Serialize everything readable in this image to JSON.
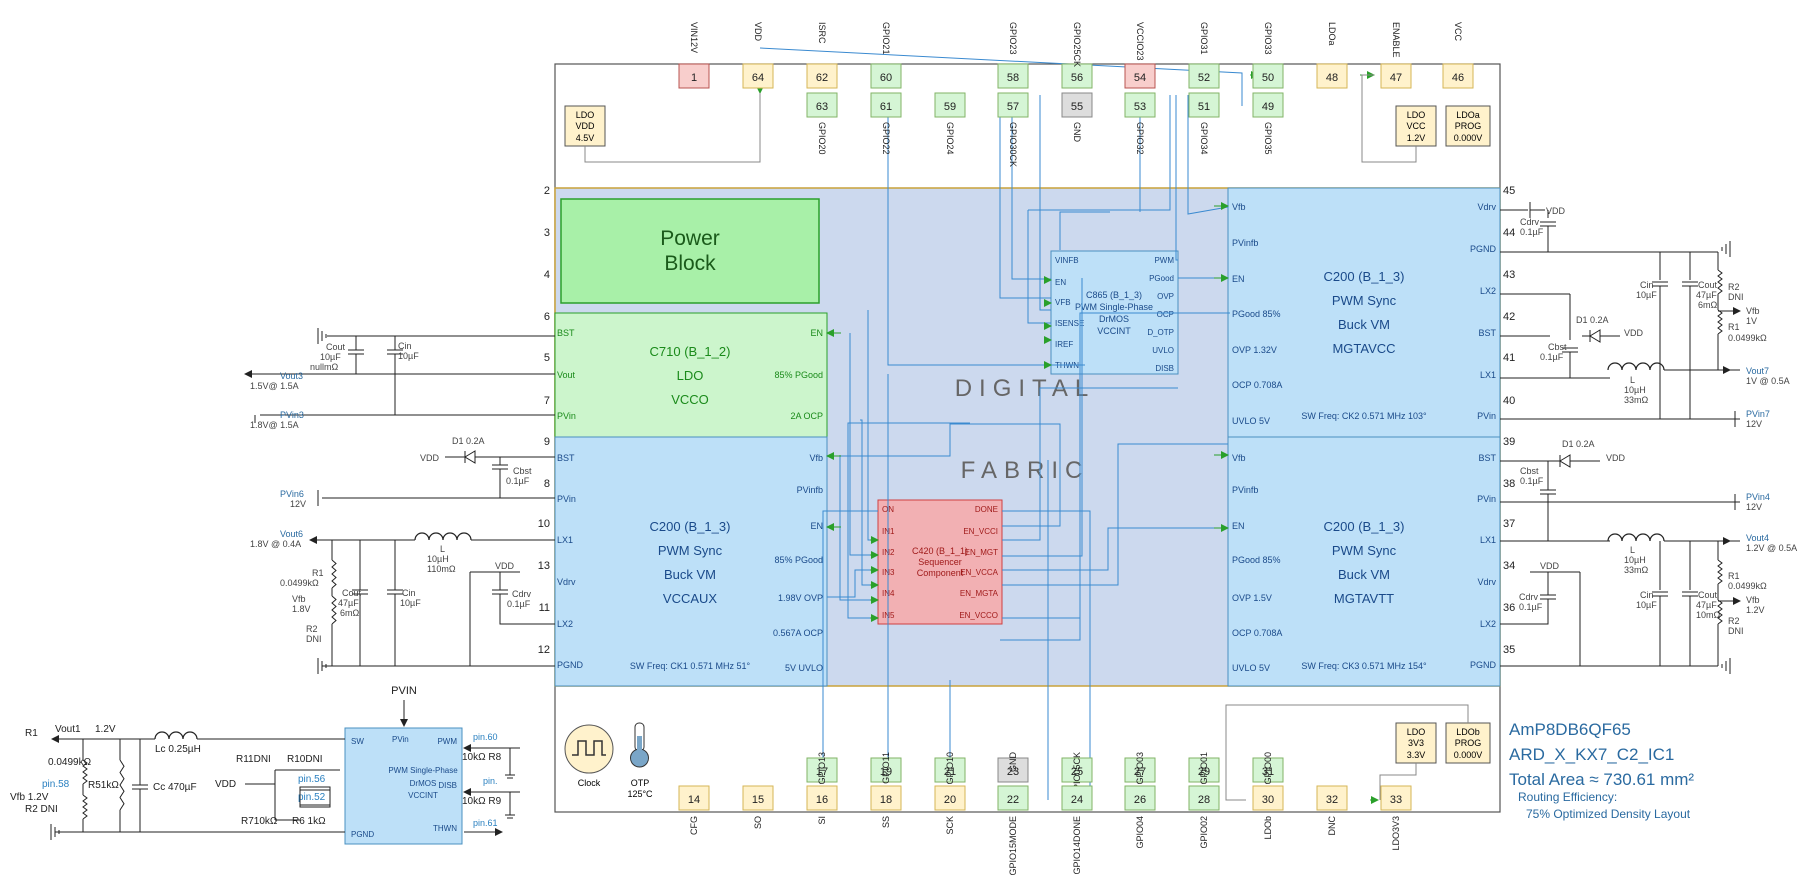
{
  "top_pins": [
    {
      "num": "1",
      "label": "VIN12V",
      "color": "#f8cecc",
      "border": "#b85450"
    },
    {
      "num": "64",
      "label": "VDD",
      "color": "#fff2cc",
      "border": "#d6b656"
    },
    {
      "num": "62",
      "label": "ISRC",
      "color": "#fff2cc",
      "border": "#d6b656"
    },
    {
      "num": "60",
      "label": "GPIO21",
      "color": "#d5f5d5",
      "border": "#82b366"
    },
    {
      "num": "58",
      "label": "GPIO23",
      "color": "#d5f5d5",
      "border": "#82b366"
    },
    {
      "num": "56",
      "label": "GPIO25CK",
      "color": "#d5f5d5",
      "border": "#82b366"
    },
    {
      "num": "54",
      "label": "VCCIO23",
      "color": "#f8cecc",
      "border": "#b85450"
    },
    {
      "num": "52",
      "label": "GPIO31",
      "color": "#d5f5d5",
      "border": "#82b366"
    },
    {
      "num": "50",
      "label": "GPIO33",
      "color": "#d5f5d5",
      "border": "#82b366"
    },
    {
      "num": "48",
      "label": "LDOa",
      "color": "#fff2cc",
      "border": "#d6b656"
    },
    {
      "num": "47",
      "label": "ENABLE",
      "color": "#fff2cc",
      "border": "#d6b656"
    },
    {
      "num": "46",
      "label": "VCC",
      "color": "#fff2cc",
      "border": "#d6b656"
    }
  ],
  "top_pins_row2": [
    {
      "num": "63",
      "label": "GPIO20",
      "color": "#d5f5d5",
      "border": "#82b366"
    },
    {
      "num": "61",
      "label": "GPIO22",
      "color": "#d5f5d5",
      "border": "#82b366"
    },
    {
      "num": "59",
      "label": "GPIO24",
      "color": "#d5f5d5",
      "border": "#82b366"
    },
    {
      "num": "57",
      "label": "GPIO30CK",
      "color": "#d5f5d5",
      "border": "#82b366"
    },
    {
      "num": "55",
      "label": "GND",
      "color": "#dddddd",
      "border": "#888888"
    },
    {
      "num": "53",
      "label": "GPIO32",
      "color": "#d5f5d5",
      "border": "#82b366"
    },
    {
      "num": "51",
      "label": "GPIO34",
      "color": "#d5f5d5",
      "border": "#82b366"
    },
    {
      "num": "49",
      "label": "GPIO35",
      "color": "#d5f5d5",
      "border": "#82b366"
    }
  ],
  "bottom_pins_row1": [
    {
      "num": "17",
      "label": "GPIO13",
      "color": "#d5f5d5",
      "border": "#82b366"
    },
    {
      "num": "19",
      "label": "GPIO11",
      "color": "#d5f5d5",
      "border": "#82b366"
    },
    {
      "num": "21",
      "label": "GPIO10",
      "color": "#d5f5d5",
      "border": "#82b366"
    },
    {
      "num": "23",
      "label": "GND",
      "color": "#dddddd",
      "border": "#888888"
    },
    {
      "num": "25",
      "label": "GPIO05CK",
      "color": "#d5f5d5",
      "border": "#82b366"
    },
    {
      "num": "27",
      "label": "GPIO03",
      "color": "#d5f5d5",
      "border": "#82b366"
    },
    {
      "num": "29",
      "label": "GPIO01",
      "color": "#d5f5d5",
      "border": "#82b366"
    },
    {
      "num": "31",
      "label": "GPIO00",
      "color": "#d5f5d5",
      "border": "#82b366"
    }
  ],
  "bottom_pins_row2": [
    {
      "num": "14",
      "label": "CFG",
      "color": "#fff2cc",
      "border": "#d6b656"
    },
    {
      "num": "15",
      "label": "SO",
      "color": "#fff2cc",
      "border": "#d6b656"
    },
    {
      "num": "16",
      "label": "SI",
      "color": "#fff2cc",
      "border": "#d6b656"
    },
    {
      "num": "18",
      "label": "SS",
      "color": "#fff2cc",
      "border": "#d6b656"
    },
    {
      "num": "20",
      "label": "SCK",
      "color": "#fff2cc",
      "border": "#d6b656"
    },
    {
      "num": "22",
      "label": "GPIO15MODE",
      "color": "#d5f5d5",
      "border": "#82b366"
    },
    {
      "num": "24",
      "label": "GPIO14DONE",
      "color": "#d5f5d5",
      "border": "#82b366"
    },
    {
      "num": "26",
      "label": "GPIO04",
      "color": "#d5f5d5",
      "border": "#82b366"
    },
    {
      "num": "28",
      "label": "GPIO02",
      "color": "#d5f5d5",
      "border": "#82b366"
    },
    {
      "num": "30",
      "label": "LDOb",
      "color": "#fff2cc",
      "border": "#d6b656"
    },
    {
      "num": "32",
      "label": "DNC",
      "color": "#fff2cc",
      "border": "#d6b656"
    },
    {
      "num": "33",
      "label": "LDO3V3",
      "color": "#fff2cc",
      "border": "#d6b656"
    }
  ],
  "side_pins_left": [
    "2",
    "3",
    "4",
    "6",
    "5",
    "7",
    "9",
    "8",
    "10",
    "13",
    "11",
    "12"
  ],
  "side_pins_right": [
    "45",
    "44",
    "43",
    "42",
    "41",
    "40",
    "39",
    "38",
    "37",
    "34",
    "36",
    "35"
  ],
  "ldo_vdd": [
    "LDO",
    "VDD",
    "4.5V"
  ],
  "ldo_vcc": [
    "LDO",
    "VCC",
    "1.2V"
  ],
  "ldoa_prog": [
    "LDOa",
    "PROG",
    "0.000V"
  ],
  "ldo_3v3": [
    "LDO",
    "3V3",
    "3.3V"
  ],
  "ldob_prog": [
    "LDOb",
    "PROG",
    "0.000V"
  ],
  "power_block": [
    "Power",
    "Block"
  ],
  "fabric_label": [
    "DIGITAL",
    "FABRIC"
  ],
  "c710": {
    "title": [
      "C710 (B_1_2)",
      "LDO",
      "VCCO"
    ],
    "left": [
      "BST",
      "Vout",
      "PVin"
    ],
    "right": [
      "EN",
      "85% PGood",
      "2A OCP"
    ]
  },
  "c200_left": {
    "title": [
      "C200 (B_1_3)",
      "PWM Sync",
      "Buck VM",
      "VCCAUX"
    ],
    "left": [
      "BST",
      "PVin",
      "LX1",
      "Vdrv",
      "LX2",
      "PGND"
    ],
    "right": [
      "Vfb",
      "PVinfb",
      "EN",
      "85% PGood",
      "1.98V OVP",
      "0.567A OCP",
      "5V UVLO"
    ],
    "footer": "SW Freq: CK1 0.571 MHz 51°"
  },
  "c200_tr": {
    "title": [
      "C200 (B_1_3)",
      "PWM Sync",
      "Buck VM",
      "MGTAVCC"
    ],
    "left": [
      "Vfb",
      "PVinfb",
      "EN",
      "PGood 85%",
      "OVP 1.32V",
      "OCP 0.708A",
      "UVLO 5V"
    ],
    "right": [
      "Vdrv",
      "PGND",
      "LX2",
      "BST",
      "LX1",
      "PVin"
    ],
    "footer": "SW Freq: CK2 0.571 MHz 103°"
  },
  "c200_br": {
    "title": [
      "C200 (B_1_3)",
      "PWM Sync",
      "Buck VM",
      "MGTAVTT"
    ],
    "left": [
      "Vfb",
      "PVinfb",
      "EN",
      "PGood 85%",
      "OVP 1.5V",
      "OCP 0.708A",
      "UVLO 5V"
    ],
    "right": [
      "BST",
      "PVin",
      "LX1",
      "Vdrv",
      "LX2",
      "PGND"
    ],
    "footer": "SW Freq: CK3 0.571 MHz 154°"
  },
  "c865": {
    "title": [
      "C865 (B_1_3)",
      "PWM Single-Phase",
      "DrMOS",
      "VCCINT"
    ],
    "left": [
      "VINFB",
      "EN",
      "VFB",
      "ISENSE",
      "IREF",
      "THWN"
    ],
    "right": [
      "PWM",
      "PGood",
      "OVP",
      "OCP",
      "D_OTP",
      "UVLO",
      "DISB"
    ]
  },
  "c420": {
    "title": [
      "C420 (B_1_1)",
      "Sequencer",
      "Component"
    ],
    "left": [
      "ON",
      "IN1",
      "IN2",
      "IN3",
      "IN4",
      "IN5"
    ],
    "right": [
      "DONE",
      "EN_VCCI",
      "EN_MGT",
      "EN_VCCA",
      "EN_MGTA",
      "EN_VCCO"
    ]
  },
  "left_ext": {
    "cout1": [
      "Cout",
      "10µF",
      "nullmΩ"
    ],
    "cin1": [
      "Cin",
      "10µF"
    ],
    "vout3": [
      "Vout3",
      "1.5V@ 1.5A"
    ],
    "pvin3": [
      "PVin3",
      "1.8V@ 1.5A"
    ],
    "d1": "D1 0.2A",
    "vdd": "VDD",
    "cbst": [
      "Cbst",
      "0.1µF"
    ],
    "pvin6": [
      "PVin6",
      "12V"
    ],
    "vout6": [
      "Vout6",
      "1.8V @ 0.4A"
    ],
    "l": [
      "L",
      "10µH",
      "110mΩ"
    ],
    "vdd2": "VDD",
    "r1": [
      "R1",
      "0.0499kΩ"
    ],
    "vfb": [
      "Vfb",
      "1.8V"
    ],
    "r2": [
      "R2",
      "DNI"
    ],
    "cout2": [
      "Cout",
      "47µF",
      "6mΩ"
    ],
    "cin2": [
      "Cin",
      "10µF"
    ],
    "cdrv": [
      "Cdrv",
      "0.1µF"
    ]
  },
  "right_ext_top": {
    "vdd": "VDD",
    "cdrv": [
      "Cdrv",
      "0.1µF"
    ],
    "cin": [
      "Cin",
      "10µF"
    ],
    "cout": [
      "Cout",
      "47µF",
      "6mΩ"
    ],
    "r2": [
      "R2",
      "DNI"
    ],
    "vfb": [
      "Vfb",
      "1V"
    ],
    "d1": "D1 0.2A",
    "vdd2": "VDD",
    "r1": [
      "R1",
      "0.0499kΩ"
    ],
    "cbst": [
      "Cbst",
      "0.1µF"
    ],
    "l": [
      "L",
      "10µH",
      "33mΩ"
    ],
    "vout7": [
      "Vout7",
      "1V @ 0.5A"
    ],
    "pvin7": [
      "PVin7",
      "12V"
    ]
  },
  "right_ext_bot": {
    "d1": "D1 0.2A",
    "vdd": "VDD",
    "cbst": [
      "Cbst",
      "0.1µF"
    ],
    "pvin4": [
      "PVin4",
      "12V"
    ],
    "l": [
      "L",
      "10µH",
      "33mΩ"
    ],
    "vout4": [
      "Vout4",
      "1.2V @ 0.5A"
    ],
    "vdd2": "VDD",
    "cdrv": [
      "Cdrv",
      "0.1µF"
    ],
    "r1": [
      "R1",
      "0.0499kΩ"
    ],
    "vfb": [
      "Vfb",
      "1.2V"
    ],
    "cin": [
      "Cin",
      "10µF"
    ],
    "cout": [
      "Cout",
      "47µF",
      "10mΩ"
    ],
    "r2": [
      "R2",
      "DNI"
    ]
  },
  "bottom_left": {
    "vout1": "Vout1",
    "v12": "1.2V",
    "lc": "Lc 0.25µH",
    "r1": "R1",
    "r1v": "0.0499kΩ",
    "pin58": "pin.58",
    "r5": "R51kΩ",
    "cc": "Cc 470µF",
    "vfb": "Vfb 1.2V",
    "r2": "R2 DNI",
    "r11": "R11DNI",
    "r10": "R10DNI",
    "vdd": "VDD",
    "pin56": "pin.56",
    "pin52": "pin.52",
    "r7": "R710kΩ",
    "r6": "R6 1kΩ",
    "pvin": "PVIN",
    "drmos": {
      "sw": "SW",
      "pvin": "PVin",
      "pwm": "PWM",
      "disb": "DISB",
      "pgnd": "PGND",
      "thwn": "THWN",
      "title": [
        "PWM Single-Phase",
        "DrMOS",
        "VCCINT"
      ]
    },
    "pin60": "pin.60",
    "r8": "10kΩ R8",
    "pin": "pin.",
    "r9": "10kΩ R9",
    "pin61": "pin.61"
  },
  "clock": "Clock",
  "otp": [
    "OTP",
    "125°C"
  ],
  "info": {
    "part": "AmP8DB6QF65",
    "design": "ARD_X_KX7_C2_IC1",
    "area": "Total Area ≈ 730.61 mm²",
    "routing": "Routing Efficiency:",
    "routing2": "75% Optimized Density Layout"
  }
}
